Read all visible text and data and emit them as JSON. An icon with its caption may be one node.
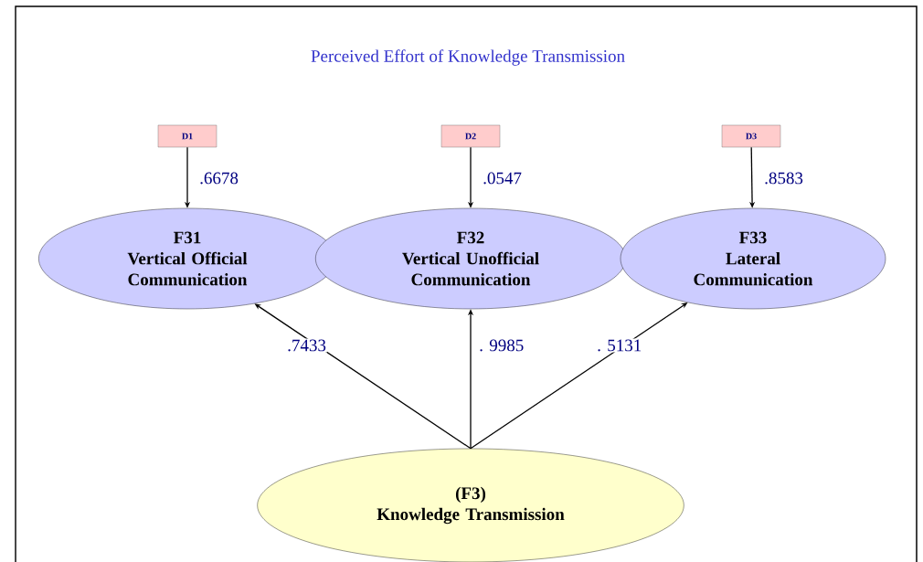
{
  "diagram": {
    "title": "Perceived Effort of Knowledge Transmission",
    "nodes": [
      {
        "text": [
          "D1"
        ]
      },
      {
        "text": [
          "D2"
        ]
      },
      {
        "text": [
          "D3"
        ]
      },
      {
        "text": [
          "F31",
          "Vertical Official Communication"
        ]
      },
      {
        "text": [
          "F32",
          "Vertical Unofficial Communication"
        ]
      },
      {
        "text": [
          "F33",
          "Lateral Communication"
        ]
      },
      {
        "text": [
          "(F3)",
          "Knowledge Transmission"
        ]
      }
    ],
    "edges": [
      {
        "from": 0,
        "to": 3,
        "arrow": "to",
        "label": ".6678"
      },
      {
        "from": 1,
        "to": 4,
        "arrow": "to",
        "label": ".0547"
      },
      {
        "from": 2,
        "to": 5,
        "arrow": "to",
        "label": ".8583"
      },
      {
        "from": 6,
        "to": 3,
        "arrow": "to",
        "label": ".7433"
      },
      {
        "from": 6,
        "to": 4,
        "arrow": "to",
        "label": ". 9985"
      },
      {
        "from": 6,
        "to": 5,
        "arrow": "to",
        "label": ". 5131"
      }
    ]
  }
}
